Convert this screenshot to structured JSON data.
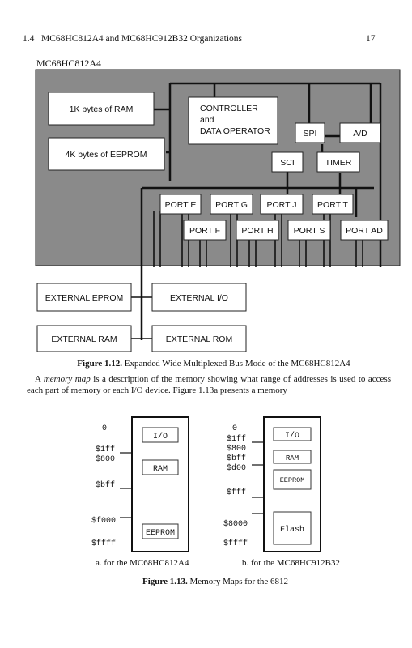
{
  "header": {
    "section": "1.4",
    "title": "MC68HC812A4 and MC68HC912B32 Organizations",
    "page_number": "17"
  },
  "figure_1_12": {
    "chip_label": "MC68HC812A4",
    "blocks": {
      "ram": "1K bytes of RAM",
      "eeprom": "4K bytes of EEPROM",
      "controller": [
        "CONTROLLER",
        "and",
        "DATA OPERATOR"
      ],
      "spi": "SPI",
      "ad": "A/D",
      "sci": "SCI",
      "timer": "TIMER",
      "port_e": "PORT E",
      "port_g": "PORT G",
      "port_j": "PORT J",
      "port_t": "PORT T",
      "port_f": "PORT F",
      "port_h": "PORT H",
      "port_s": "PORT S",
      "port_ad": "PORT AD"
    },
    "external": {
      "eprom": "EXTERNAL EPROM",
      "io": "EXTERNAL I/O",
      "ram": "EXTERNAL RAM",
      "rom": "EXTERNAL ROM"
    },
    "caption_label": "Figure 1.12.",
    "caption_text": " Expanded Wide Multiplexed Bus Mode of the MC68HC812A4"
  },
  "paragraph": {
    "lead": "A ",
    "term": "memory map",
    "rest": " is a description of the memory showing what range of addresses is used to access each part of memory or each I/O device. Figure 1.13a presents a memory"
  },
  "figure_1_13": {
    "map_a": {
      "addresses": [
        "0",
        "$1ff",
        "$800",
        "$bff",
        "$f000",
        "$ffff"
      ],
      "regions": [
        "I/O",
        "RAM",
        "EEPROM"
      ],
      "subcaption": "a. for the MC68HC812A4"
    },
    "map_b": {
      "addresses": [
        "0",
        "$1ff",
        "$800",
        "$bff",
        "$d00",
        "$fff",
        "$8000",
        "$ffff"
      ],
      "regions": [
        "I/O",
        "RAM",
        "EEPROM",
        "Flash"
      ],
      "subcaption": "b. for the MC68HC912B32"
    },
    "caption_label": "Figure 1.13.",
    "caption_text": " Memory Maps for the 6812"
  }
}
